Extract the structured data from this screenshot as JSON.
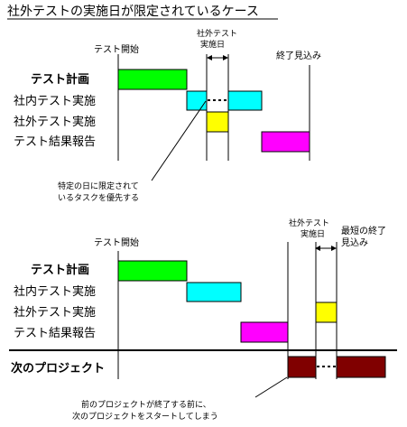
{
  "title": "社外テストの実施日が限定されているケース",
  "colors": {
    "test_plan": "#00ff00",
    "internal_test": "#00ffff",
    "external_test": "#ffff00",
    "report": "#ff00ff",
    "next_project": "#800000"
  },
  "top": {
    "start_label": "テスト開始",
    "window_label_1": "社外テスト",
    "window_label_2": "実施日",
    "end_label": "終了見込み",
    "rows": {
      "test_plan": "テスト計画",
      "internal_test": "社内テスト実施",
      "external_test": "社外テスト実施",
      "report": "テスト結果報告"
    },
    "note_1": "特定の日に限定されて",
    "note_2": "いるタスクを優先する"
  },
  "bottom": {
    "start_label": "テスト開始",
    "window_label_1": "社外テスト",
    "window_label_2": "実施日",
    "end_label_1": "最短の終了",
    "end_label_2": "見込み",
    "rows": {
      "test_plan": "テスト計画",
      "internal_test": "社内テスト実施",
      "external_test": "社外テスト実施",
      "report": "テスト結果報告",
      "next_project": "次のプロジェクト"
    },
    "note_1": "前のプロジェクトが終了する前に、",
    "note_2": "次のプロジェクトをスタートしてしまう"
  }
}
